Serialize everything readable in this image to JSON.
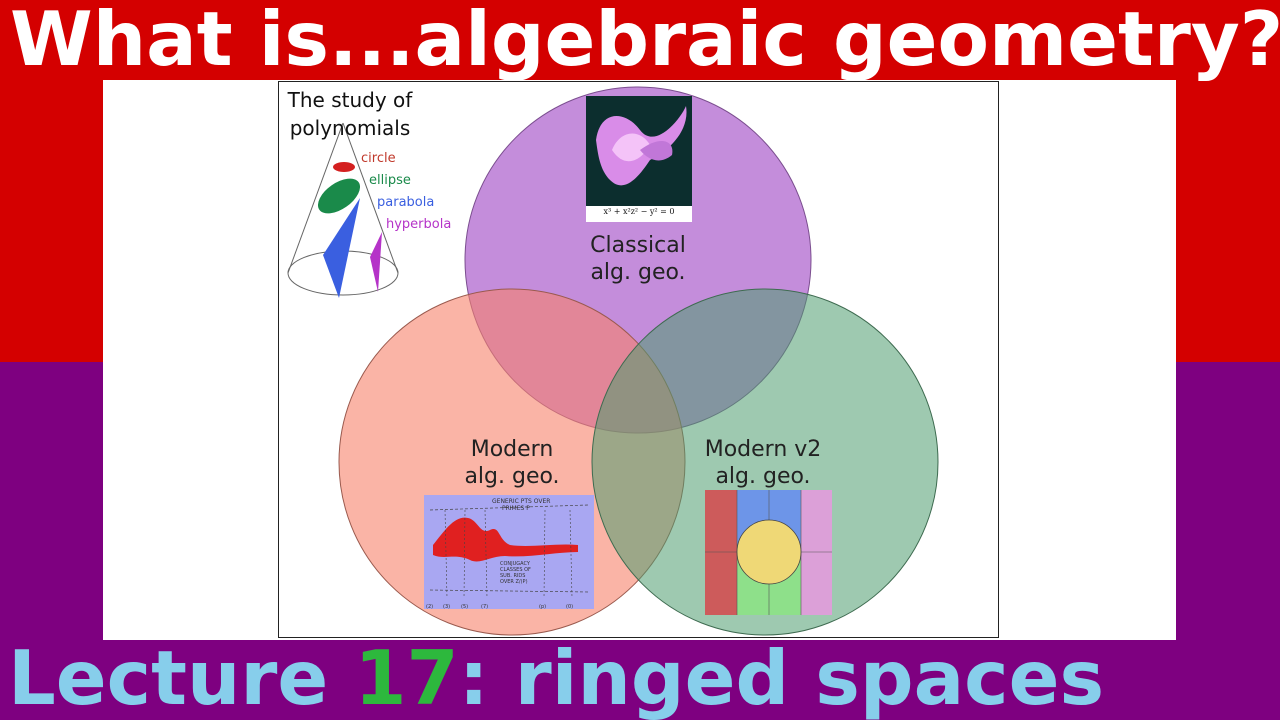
{
  "title": "What is...algebraic geometry?",
  "lecture": {
    "prefix": "Lecture ",
    "number": "17",
    "suffix": ": ringed spaces"
  },
  "polynomials": {
    "caption_line1": "The study of",
    "caption_line2": "polynomials",
    "conics": [
      "circle",
      "ellipse",
      "parabola",
      "hyperbola"
    ]
  },
  "circles": {
    "classical": {
      "line1": "Classical",
      "line2": "alg. geo."
    },
    "modern": {
      "line1": "Modern",
      "line2": "alg. geo."
    },
    "modern_v2": {
      "line1": "Modern v2",
      "line2": "alg. geo."
    }
  },
  "surface_equation": "x³ + x²z² − y² = 0",
  "sketch": {
    "top_text_1": "GENERIC PTS OVER",
    "top_text_2": "PRIMES P",
    "side_text_1": "CONJUGACY",
    "side_text_2": "CLASSES OF",
    "side_text_3": "SUB. RIDS",
    "side_text_4": "OVER Z/(P)",
    "axis_labels": [
      "(2)",
      "(3)",
      "(5)",
      "(7)",
      "(p)",
      "(0)"
    ]
  },
  "colors": {
    "top_band": "#d40000",
    "bottom_band": "#7e0080",
    "lecture_text": "#87ceeb",
    "lecture_number": "#2db83d",
    "classical_circle": "#c28ee0",
    "modern_circle": "#f7a898",
    "modern_v2_circle": "#96c7a8",
    "circle_label": "#c0392b",
    "ellipse_label": "#1a8a4a",
    "parabola_label": "#3a5fe0",
    "hyperbola_label": "#b533c8"
  }
}
